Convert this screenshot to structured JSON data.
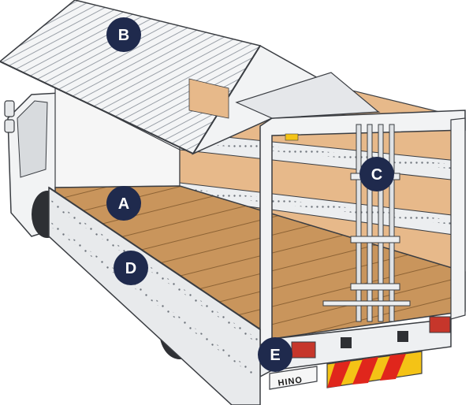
{
  "callouts": [
    {
      "id": "A",
      "label": "A"
    },
    {
      "id": "B",
      "label": "B"
    },
    {
      "id": "C",
      "label": "C"
    },
    {
      "id": "D",
      "label": "D"
    },
    {
      "id": "E",
      "label": "E"
    }
  ],
  "brand_plate": "HINO",
  "colors": {
    "badge": "#1f2a4d",
    "floor": "#c9955c",
    "wall": "#e7b98a",
    "rail": "#9aa0a8",
    "body": "#eef0f2",
    "outline": "#3a3d42",
    "chevron_red": "#e0261c",
    "chevron_yellow": "#f4c316",
    "lamp": "#c6362b"
  }
}
